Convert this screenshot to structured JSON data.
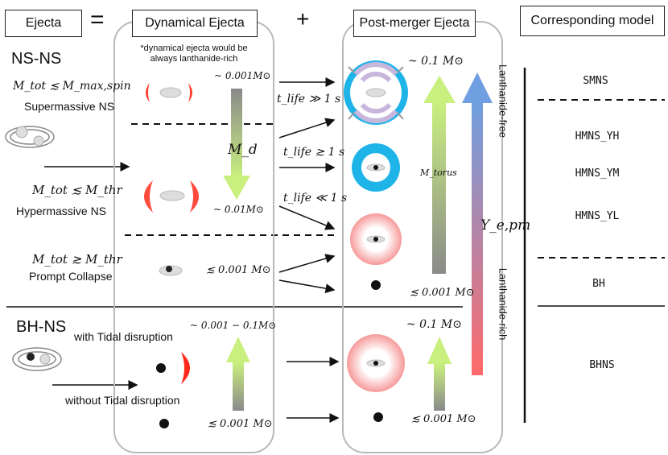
{
  "headers": {
    "ejecta": "Ejecta",
    "equals": "=",
    "dynamical": "Dynamical Ejecta",
    "plus": "+",
    "postmerger": "Post-merger Ejecta",
    "model": "Corresponding model"
  },
  "note": "*dynamical ejecta would be always lanthanide-rich",
  "ns_ns": {
    "title": "NS-NS",
    "smns_cond": "M_tot ≲ M_max,spin",
    "smns_name": "Supermassive NS",
    "hmns_cond": "M_tot ≲ M_thr",
    "hmns_name": "Hypermassive NS",
    "pc_cond": "M_tot ≳ M_thr",
    "pc_name": "Prompt Collapse"
  },
  "bh_ns": {
    "title": "BH-NS",
    "td": "with Tidal disruption",
    "no_td": "without Tidal disruption"
  },
  "masses": {
    "dyn_smns": "~ 0.001M⊙",
    "dyn_hmns": "~ 0.01M⊙",
    "dyn_pc": "≲ 0.001 M⊙",
    "dyn_bh": "~ 0.001 − 0.1M⊙",
    "dyn_bh_low": "≲ 0.001 M⊙",
    "pm_top": "~ 0.1 M⊙",
    "pm_pc": "≲ 0.001 M⊙",
    "pm_bh": "~ 0.1 M⊙",
    "pm_bh_low": "≲ 0.001 M⊙"
  },
  "lifetimes": {
    "t1": "t_life ≫ 1 s",
    "t2": "t_life ≳ 1 s",
    "t3": "t_life ≪ 1 s"
  },
  "arrow_labels": {
    "md": "M_d",
    "mtorus": "M_torus",
    "ye": "Y_e,pm"
  },
  "side_labels": {
    "free": "Lanthanide-free",
    "rich": "Lanthanide-rich"
  },
  "models": [
    "SMNS",
    "HMNS_YH",
    "HMNS_YM",
    "HMNS_YL",
    "BH",
    "BHNS"
  ],
  "colors": {
    "red": "#ff2a1a",
    "cyan": "#1fb4e8",
    "pink": "#f7a2a2",
    "green": "#c9ef7f",
    "gray": "#8a8a8a",
    "blue": "#6f9fe0"
  }
}
